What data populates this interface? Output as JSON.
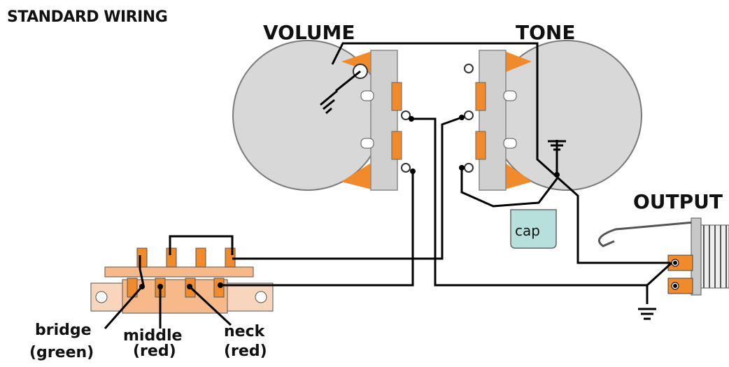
{
  "title": "STANDARD WIRING",
  "labels": {
    "volume": "VOLUME",
    "tone": "TONE",
    "output": "OUTPUT",
    "cap": "cap"
  },
  "wires": {
    "bridge": {
      "name": "bridge",
      "color": "(green)"
    },
    "middle": {
      "name": "middle",
      "color": "(red)"
    },
    "neck": {
      "name": "neck",
      "color": "(red)"
    }
  },
  "colors": {
    "pot_body": "#d8d8d8",
    "pot_outline": "#7a7a7a",
    "lug_orange": "#f08a2a",
    "cap_fill": "#b7e0dc",
    "switch_body": "#f7b98a",
    "wire": "#000000"
  }
}
